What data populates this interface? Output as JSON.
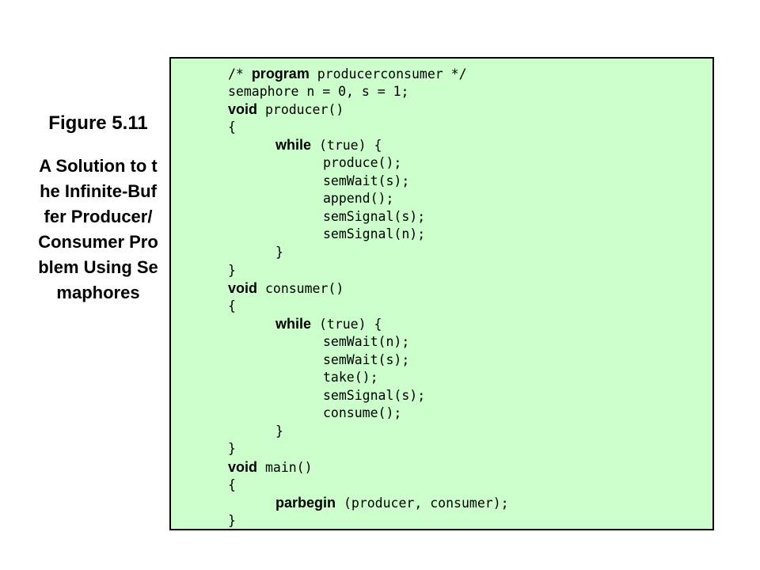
{
  "figure": {
    "title": "Figure 5.11",
    "description": "A Solution to the Infinite-Buffer Producer/Consumer Problem Using Semaphores"
  },
  "code": {
    "background_color": "#ccffcc",
    "lines": [
      {
        "kw": "",
        "pre": "/* ",
        "kw2": "program",
        "text": " producerconsumer */"
      },
      {
        "kw": "",
        "pre": "",
        "kw2": "",
        "text": "semaphore n = 0, s = 1;"
      },
      {
        "kw": "void",
        "pre": "",
        "kw2": "",
        "text": " producer()"
      },
      {
        "kw": "",
        "pre": "",
        "kw2": "",
        "text": "{"
      },
      {
        "kw": "while",
        "pre": "",
        "kw2": "",
        "text": " (true) {"
      },
      {
        "kw": "",
        "pre": "",
        "kw2": "",
        "text": "produce();"
      },
      {
        "kw": "",
        "pre": "",
        "kw2": "",
        "text": "semWait(s);"
      },
      {
        "kw": "",
        "pre": "",
        "kw2": "",
        "text": "append();"
      },
      {
        "kw": "",
        "pre": "",
        "kw2": "",
        "text": "semSignal(s);"
      },
      {
        "kw": "",
        "pre": "",
        "kw2": "",
        "text": "semSignal(n);"
      },
      {
        "kw": "",
        "pre": "",
        "kw2": "",
        "text": "}"
      },
      {
        "kw": "",
        "pre": "",
        "kw2": "",
        "text": "}"
      },
      {
        "kw": "void",
        "pre": "",
        "kw2": "",
        "text": " consumer()"
      },
      {
        "kw": "",
        "pre": "",
        "kw2": "",
        "text": "{"
      },
      {
        "kw": "while",
        "pre": "",
        "kw2": "",
        "text": " (true) {"
      },
      {
        "kw": "",
        "pre": "",
        "kw2": "",
        "text": "semWait(n);"
      },
      {
        "kw": "",
        "pre": "",
        "kw2": "",
        "text": "semWait(s);"
      },
      {
        "kw": "",
        "pre": "",
        "kw2": "",
        "text": "take();"
      },
      {
        "kw": "",
        "pre": "",
        "kw2": "",
        "text": "semSignal(s);"
      },
      {
        "kw": "",
        "pre": "",
        "kw2": "",
        "text": "consume();"
      },
      {
        "kw": "",
        "pre": "",
        "kw2": "",
        "text": "}"
      },
      {
        "kw": "",
        "pre": "",
        "kw2": "",
        "text": "}"
      },
      {
        "kw": "void",
        "pre": "",
        "kw2": "",
        "text": " main()"
      },
      {
        "kw": "",
        "pre": "",
        "kw2": "",
        "text": "{"
      },
      {
        "kw": "parbegin",
        "pre": "",
        "kw2": "",
        "text": " (producer, consumer);"
      },
      {
        "kw": "",
        "pre": "",
        "kw2": "",
        "text": "}"
      }
    ]
  }
}
